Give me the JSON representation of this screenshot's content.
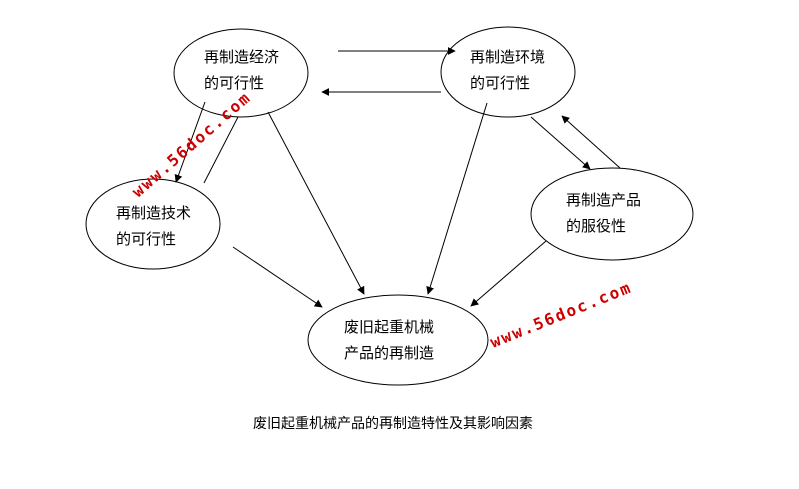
{
  "nodes": {
    "economic": {
      "line1": "再制造经济",
      "line2": "的可行性"
    },
    "environment": {
      "line1": "再制造环境",
      "line2": "的可行性"
    },
    "technical": {
      "line1": "再制造技术",
      "line2": "的可行性"
    },
    "product_service": {
      "line1": "再制造产品",
      "line2": "的服役性"
    },
    "central": {
      "line1": "废旧起重机械",
      "line2": "产品的再制造"
    }
  },
  "caption": "废旧起重机械产品的再制造特性及其影响因素",
  "watermark": {
    "text": "www.56doc.com",
    "color": "#cc0000"
  },
  "colors": {
    "stroke": "#000000",
    "text": "#000000",
    "background": "#ffffff"
  }
}
